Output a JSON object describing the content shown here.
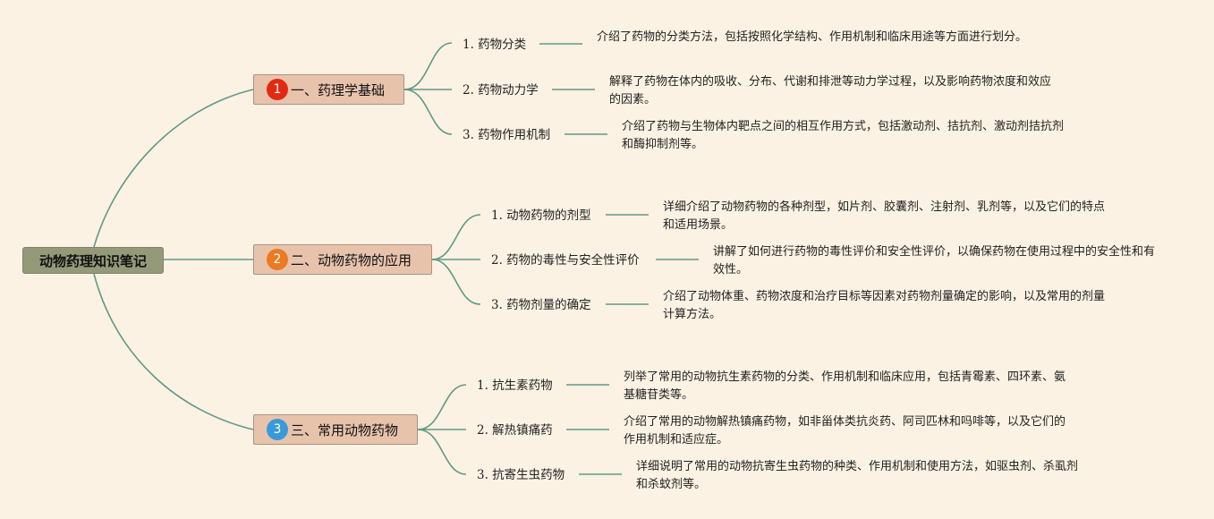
{
  "root": {
    "label": "动物药理知识笔记"
  },
  "colors": {
    "line": "#5f9a86",
    "background": "#fbf2e3",
    "section_fill": "#e8c3ac",
    "root_fill": "#949979"
  },
  "sections": [
    {
      "number": "1",
      "number_color": "#e02a12",
      "title": "一、药理学基础",
      "items": [
        {
          "label": "1. 药物分类",
          "desc": "介绍了药物的分类方法，包括按照化学结构、作用机制和临床用途等方面进行划分。"
        },
        {
          "label": "2. 药物动力学",
          "desc": "解释了药物在体内的吸收、分布、代谢和排泄等动力学过程，以及影响药物浓度和效应的因素。"
        },
        {
          "label": "3. 药物作用机制",
          "desc": "介绍了药物与生物体内靶点之间的相互作用方式，包括激动剂、拮抗剂、激动剂拮抗剂和酶抑制剂等。"
        }
      ]
    },
    {
      "number": "2",
      "number_color": "#ec7a22",
      "title": "二、动物药物的应用",
      "items": [
        {
          "label": "1. 动物药物的剂型",
          "desc": "详细介绍了动物药物的各种剂型，如片剂、胶囊剂、注射剂、乳剂等，以及它们的特点和适用场景。"
        },
        {
          "label": "2. 药物的毒性与安全性评价",
          "desc": "讲解了如何进行药物的毒性评价和安全性评价，以确保药物在使用过程中的安全性和有效性。"
        },
        {
          "label": "3. 药物剂量的确定",
          "desc": "介绍了动物体重、药物浓度和治疗目标等因素对药物剂量确定的影响，以及常用的剂量计算方法。"
        }
      ]
    },
    {
      "number": "3",
      "number_color": "#3a9ad9",
      "title": "三、常用动物药物",
      "items": [
        {
          "label": "1. 抗生素药物",
          "desc": "列举了常用的动物抗生素药物的分类、作用机制和临床应用，包括青霉素、四环素、氨基糖苷类等。"
        },
        {
          "label": "2. 解热镇痛药",
          "desc": "介绍了常用的动物解热镇痛药物，如非甾体类抗炎药、阿司匹林和吗啡等，以及它们的作用机制和适应症。"
        },
        {
          "label": "3. 抗寄生虫药物",
          "desc": "详细说明了常用的动物抗寄生虫药物的种类、作用机制和使用方法，如驱虫剂、杀虱剂和杀蚊剂等。"
        }
      ]
    }
  ]
}
